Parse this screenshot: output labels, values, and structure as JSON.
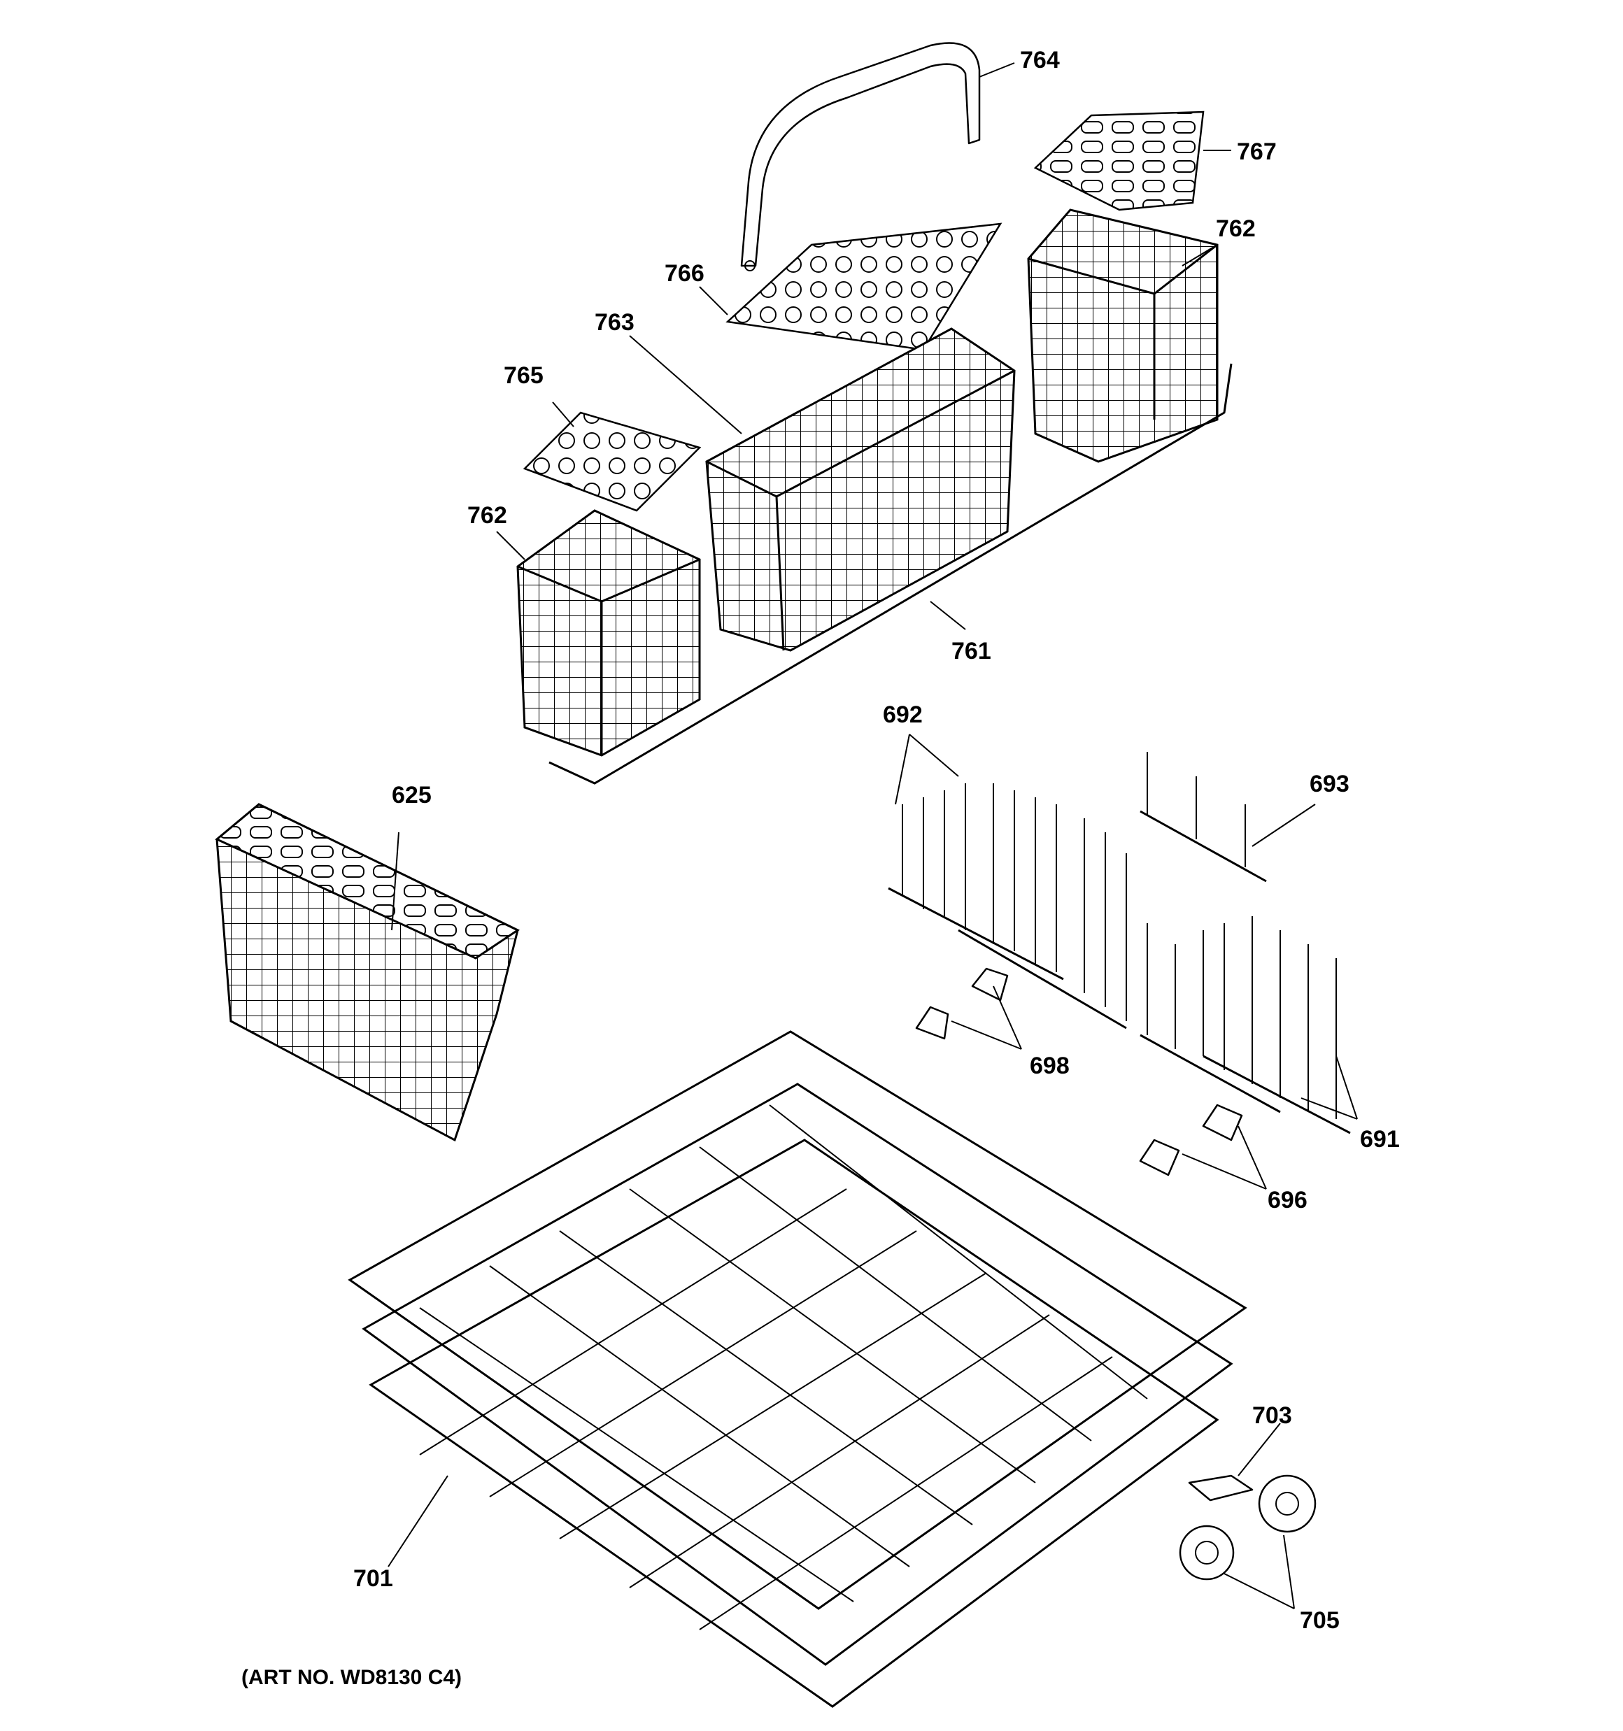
{
  "labels": {
    "l764": "764",
    "l767": "767",
    "l762a": "762",
    "l766": "766",
    "l763": "763",
    "l765": "765",
    "l762b": "762",
    "l761": "761",
    "l625": "625",
    "l692": "692",
    "l693": "693",
    "l698": "698",
    "l691": "691",
    "l696": "696",
    "l703": "703",
    "l701": "701",
    "l705": "705"
  },
  "caption": "(ART NO. WD8130 C4)"
}
